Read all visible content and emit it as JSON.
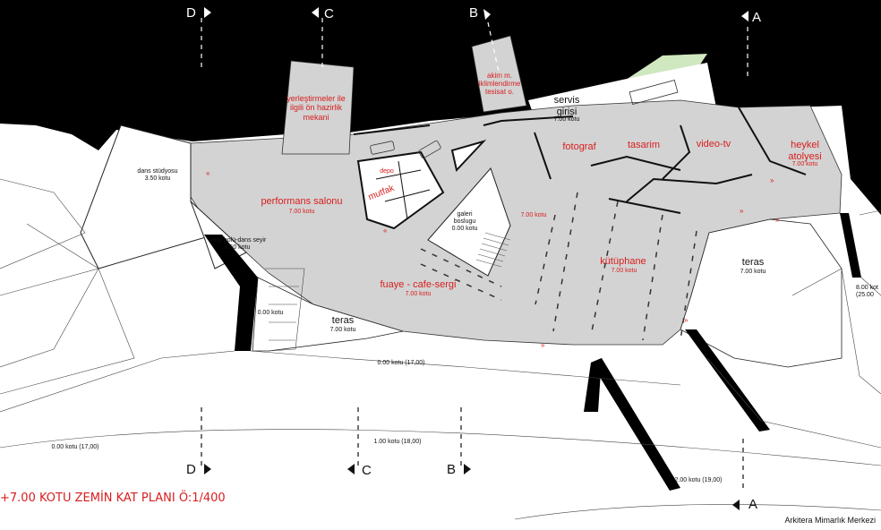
{
  "section_markers": {
    "a_top": "A",
    "b_top": "B",
    "c_top": "C",
    "d_top": "D",
    "a_bottom": "A",
    "b_bottom": "B",
    "c_bottom": "C",
    "d_bottom": "D"
  },
  "rooms": {
    "yerlestirmeler": "yerleştirmeler ile\nilgili ön hazirlik\nmekani",
    "akim": "akim m.\niklimlendirme\ntesisat o.",
    "servis": "servis\ngirisi",
    "servis_kotu": "7.00 kotu",
    "fotograf": "fotograf",
    "tasarim": "tasarim",
    "video_tv": "video-tv",
    "heykel": "heykel\natolyesi",
    "heykel_kotu": "7.00 kotu",
    "dans_studyosu": "dans stüdyosu\n3.50 kotu",
    "performans": "performans salonu",
    "performans_kotu": "7.00 kotu",
    "mutfak": "mutfak",
    "depo": "depo",
    "galeri": "galeri\nboslugu\n0.00 kotu",
    "galeri_kotu": "7.00 kotu",
    "sergi_holu": "sergi holü-dans seyir\n3.50 kotu",
    "kutuphane": "kütüphane",
    "kutuphane_kotu": "7.00 kotu",
    "teras_right": "teras",
    "teras_right_kotu": "7.00 kotu",
    "fuaye": "fuaye - cafe-sergi",
    "fuaye_kotu": "7.00 kotu",
    "kotu_000_left": "0.00 kotu",
    "teras_left": "teras",
    "teras_left_kotu": "7.00 kotu",
    "kotu_800_right": "8.00 kot\n(25.00",
    "kotu_000_17_center": "0.00 kotu (17,00)",
    "kotu_000_17_left": "0.00 kotu (17,00)",
    "kotu_100_18": "1.00 kotu (18,00)",
    "kotu_200_19": "2.00 kotu (19,00)"
  },
  "title": "+7.00 KOTU ZEMİN KAT PLANI Ö:1/400",
  "credit": "Arkitera Mimarlık Merkezi",
  "colors": {
    "background": "#000000",
    "floor": "#d3d3d3",
    "ground": "#ffffff",
    "label_red": "#d81e1e",
    "label_dark": "#111111",
    "green_area": "#cfe8c0"
  }
}
